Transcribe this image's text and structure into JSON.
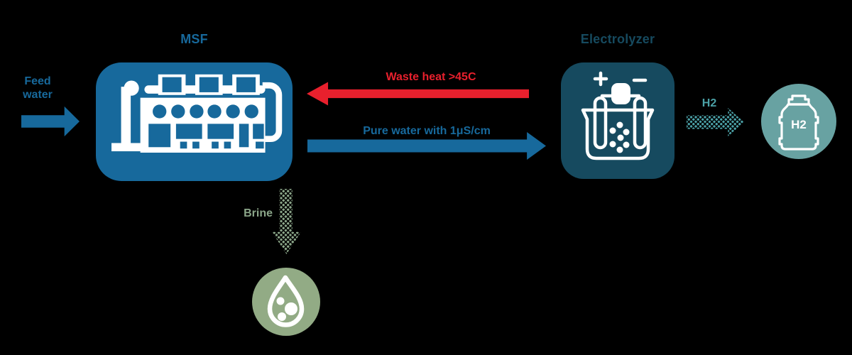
{
  "canvas": {
    "background": "#000000"
  },
  "palette": {
    "blue": "#17699c",
    "dark_navy": "#164a5f",
    "red": "#e8202d",
    "teal": "#4ba1a7",
    "teal_circle": "#68a2a2",
    "sage": "#8ba689",
    "sage_circle": "#92ab85",
    "white": "#ffffff"
  },
  "nodes": {
    "msf": {
      "title": "MSF",
      "icon": "desalination-plant-icon",
      "box_color": "#17699c"
    },
    "electrolyzer": {
      "title": "Electrolyzer",
      "icon": "electrolysis-cell-icon",
      "box_color": "#164a5f"
    },
    "h2_tank": {
      "icon": "gas-cylinder-icon",
      "icon_label": "H2",
      "circle_color": "#68a2a2"
    },
    "brine": {
      "icon": "water-drop-icon",
      "circle_color": "#92ab85"
    }
  },
  "flows": {
    "feed_water": {
      "label": "Feed\nwater",
      "direction": "right",
      "style": "solid",
      "color": "#17699c"
    },
    "waste_heat": {
      "label": "Waste heat >45C",
      "direction": "left",
      "style": "solid",
      "color": "#e8202d"
    },
    "pure_water": {
      "label": "Pure water with 1μS/cm",
      "direction": "right",
      "style": "solid",
      "color": "#17699c"
    },
    "h2": {
      "label": "H2",
      "direction": "right",
      "style": "dotted",
      "color": "#4ba1a7"
    },
    "brine": {
      "label": "Brine",
      "direction": "down",
      "style": "dotted",
      "color": "#8ba689"
    }
  }
}
